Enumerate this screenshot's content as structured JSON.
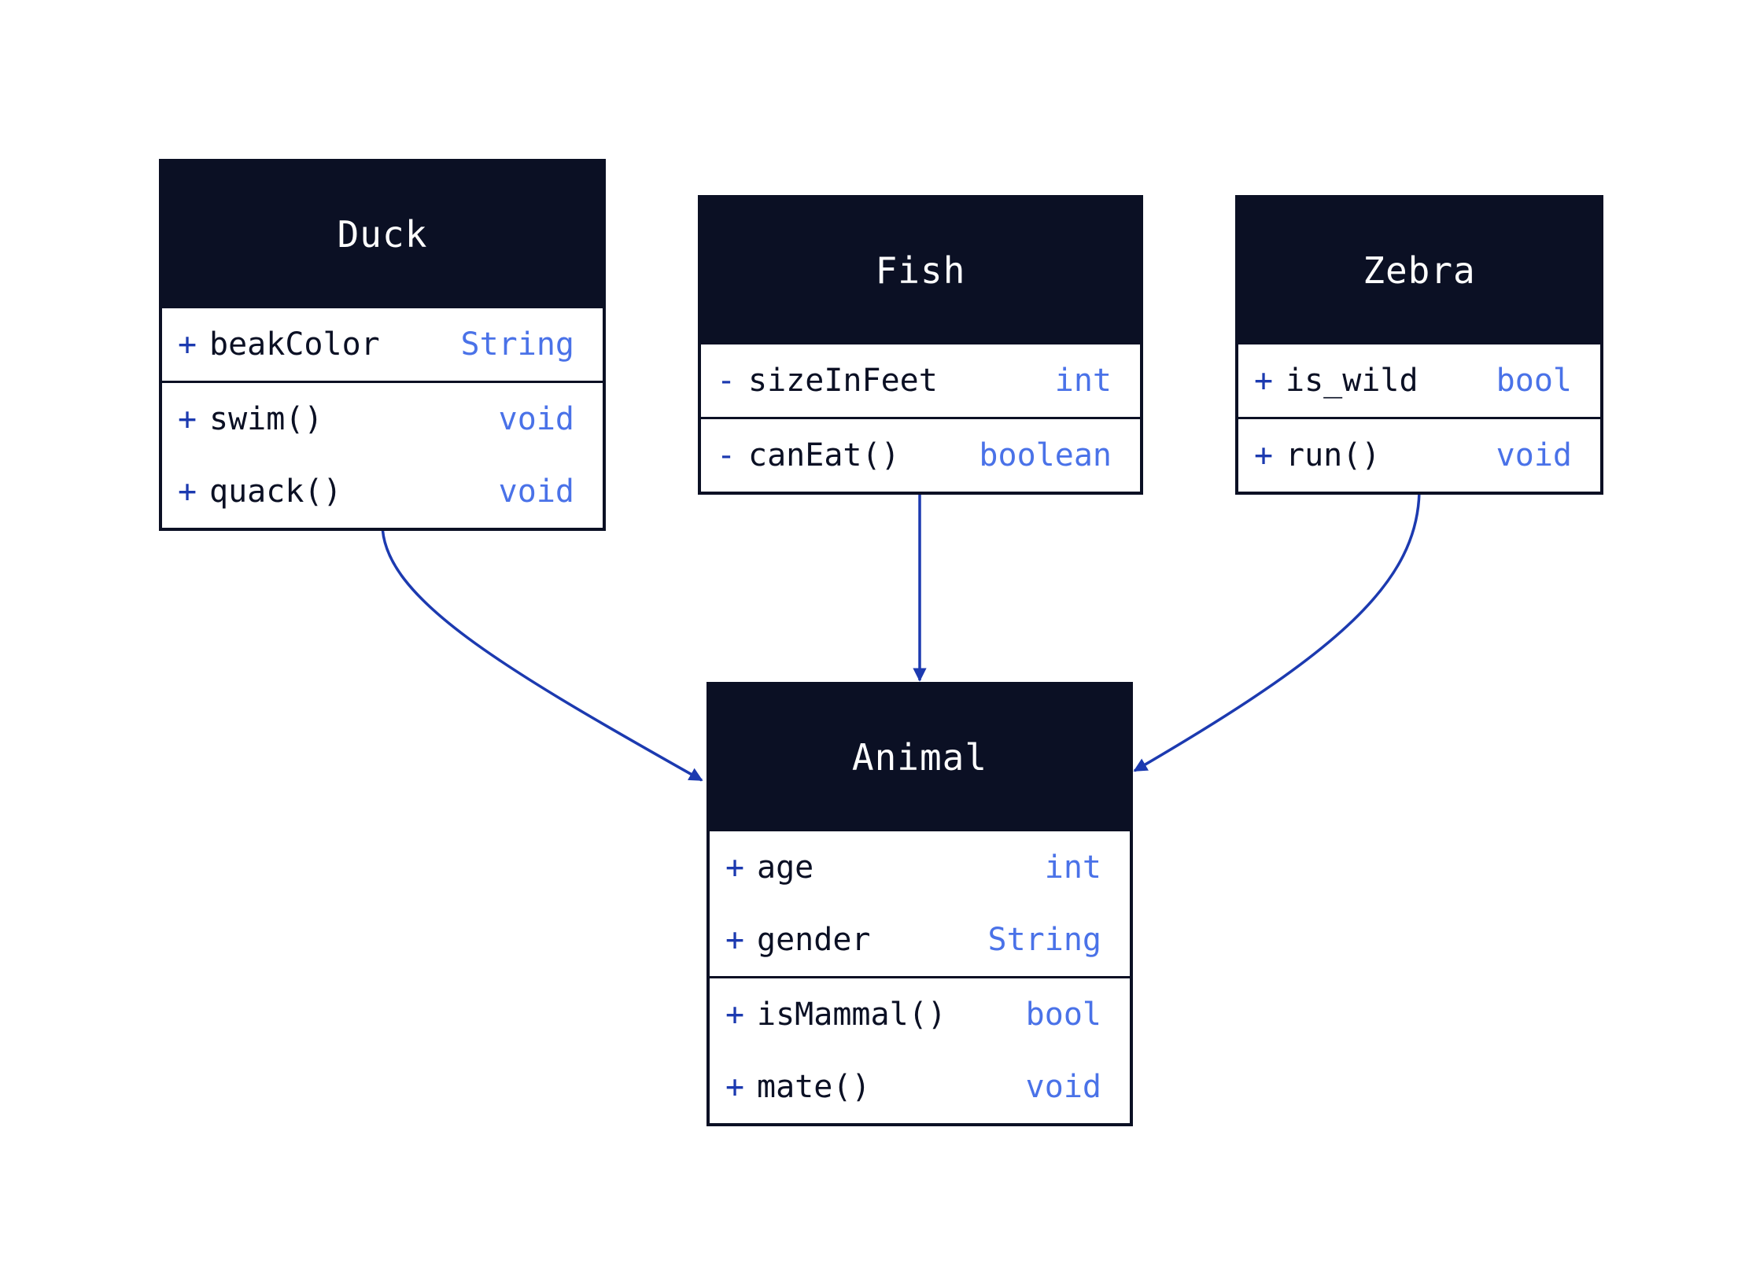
{
  "colors": {
    "header_bg": "#0b1024",
    "header_text": "#ffffff",
    "edge": "#1c3ab0",
    "visibility": "#1c3ab0",
    "type": "#4a72e8",
    "name": "#0b1024"
  },
  "classes": {
    "duck": {
      "name": "Duck",
      "attributes": [
        {
          "vis": "+",
          "name": "beakColor",
          "type": "String"
        }
      ],
      "methods": [
        {
          "vis": "+",
          "name": "swim()",
          "type": "void"
        },
        {
          "vis": "+",
          "name": "quack()",
          "type": "void"
        }
      ]
    },
    "fish": {
      "name": "Fish",
      "attributes": [
        {
          "vis": "-",
          "name": "sizeInFeet",
          "type": "int"
        }
      ],
      "methods": [
        {
          "vis": "-",
          "name": "canEat()",
          "type": "boolean"
        }
      ]
    },
    "zebra": {
      "name": "Zebra",
      "attributes": [
        {
          "vis": "+",
          "name": "is_wild",
          "type": "bool"
        }
      ],
      "methods": [
        {
          "vis": "+",
          "name": "run()",
          "type": "void"
        }
      ]
    },
    "animal": {
      "name": "Animal",
      "attributes": [
        {
          "vis": "+",
          "name": "age",
          "type": "int"
        },
        {
          "vis": "+",
          "name": "gender",
          "type": "String"
        }
      ],
      "methods": [
        {
          "vis": "+",
          "name": "isMammal()",
          "type": "bool"
        },
        {
          "vis": "+",
          "name": "mate()",
          "type": "void"
        }
      ]
    }
  },
  "relations": [
    {
      "from": "Duck",
      "to": "Animal",
      "kind": "inheritance"
    },
    {
      "from": "Fish",
      "to": "Animal",
      "kind": "inheritance"
    },
    {
      "from": "Zebra",
      "to": "Animal",
      "kind": "inheritance"
    }
  ]
}
